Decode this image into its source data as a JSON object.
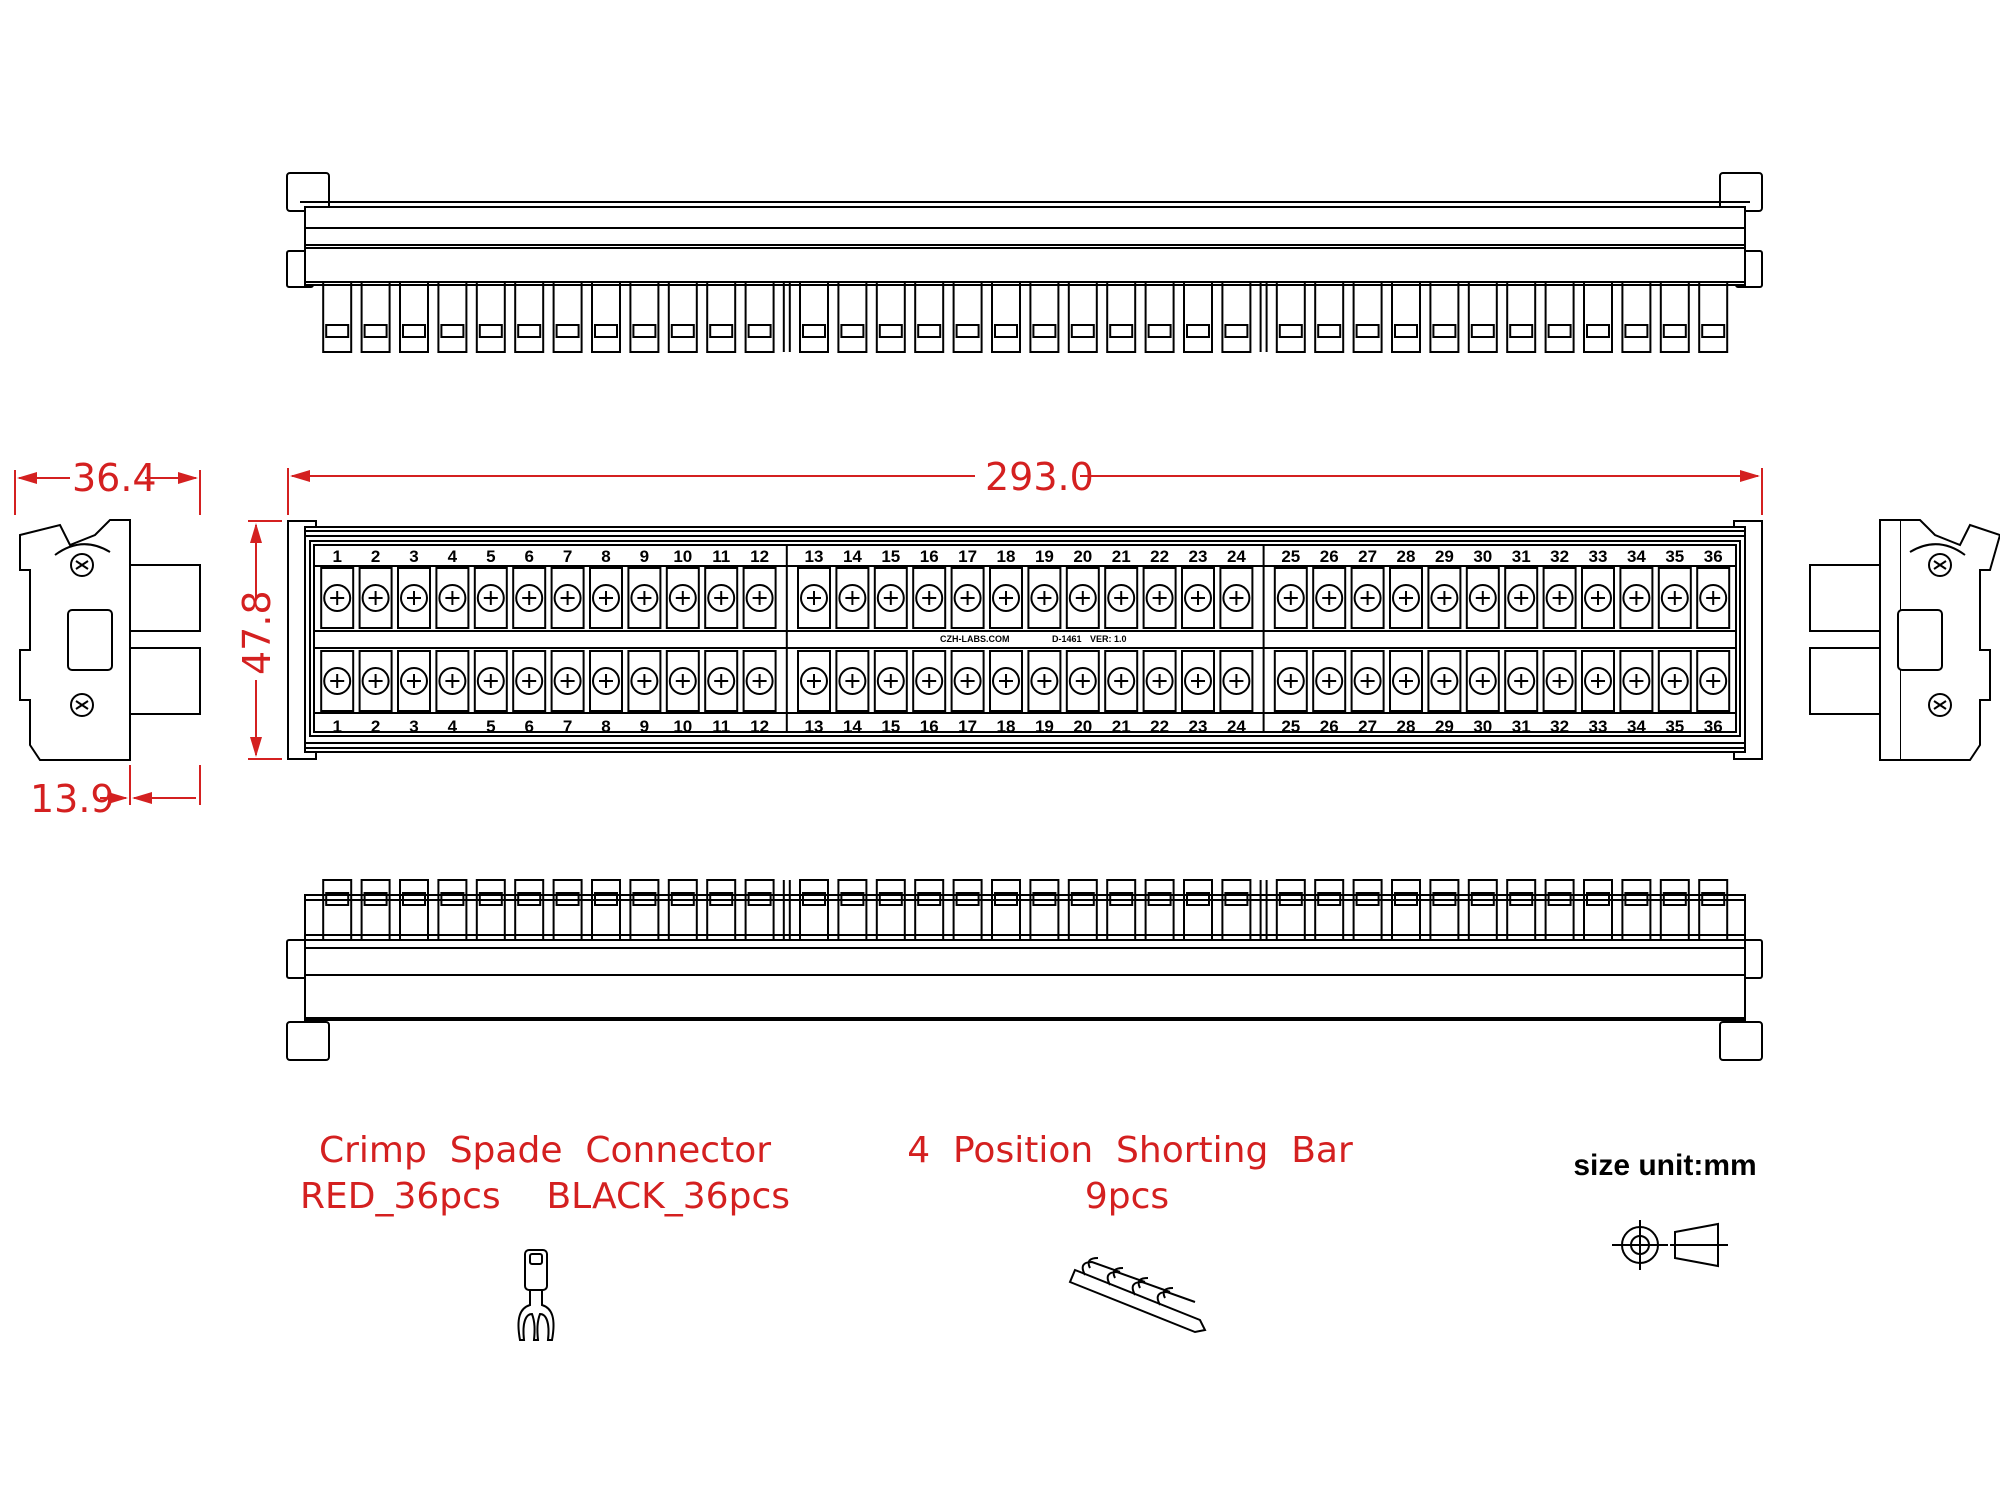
{
  "terminals": {
    "count": 36,
    "top_labels": [
      "1",
      "2",
      "3",
      "4",
      "5",
      "6",
      "7",
      "8",
      "9",
      "10",
      "11",
      "12",
      "13",
      "14",
      "15",
      "16",
      "17",
      "18",
      "19",
      "20",
      "21",
      "22",
      "23",
      "24",
      "25",
      "26",
      "27",
      "28",
      "29",
      "30",
      "31",
      "32",
      "33",
      "34",
      "35",
      "36"
    ],
    "bottom_labels": [
      "1",
      "2",
      "3",
      "4",
      "5",
      "6",
      "7",
      "8",
      "9",
      "10",
      "11",
      "12",
      "13",
      "14",
      "15",
      "16",
      "17",
      "18",
      "19",
      "20",
      "21",
      "22",
      "23",
      "24",
      "25",
      "26",
      "27",
      "28",
      "29",
      "30",
      "31",
      "32",
      "33",
      "34",
      "35",
      "36"
    ]
  },
  "board": {
    "brand": "CZH-LABS.COM",
    "model": "D-1461",
    "version": "VER: 1.0"
  },
  "dimensions": {
    "length": "293.0",
    "height": "47.8",
    "side_width": "36.4",
    "side_depth": "13.9"
  },
  "accessories": {
    "spade_title": "Crimp  Spade  Connector",
    "spade_qty": "RED_36pcs    BLACK_36pcs",
    "bar_title": "4  Position  Shorting  Bar",
    "bar_qty": "9pcs"
  },
  "units": {
    "label": "size unit:mm"
  },
  "colors": {
    "dimension": "#d42020",
    "line": "#000000"
  }
}
